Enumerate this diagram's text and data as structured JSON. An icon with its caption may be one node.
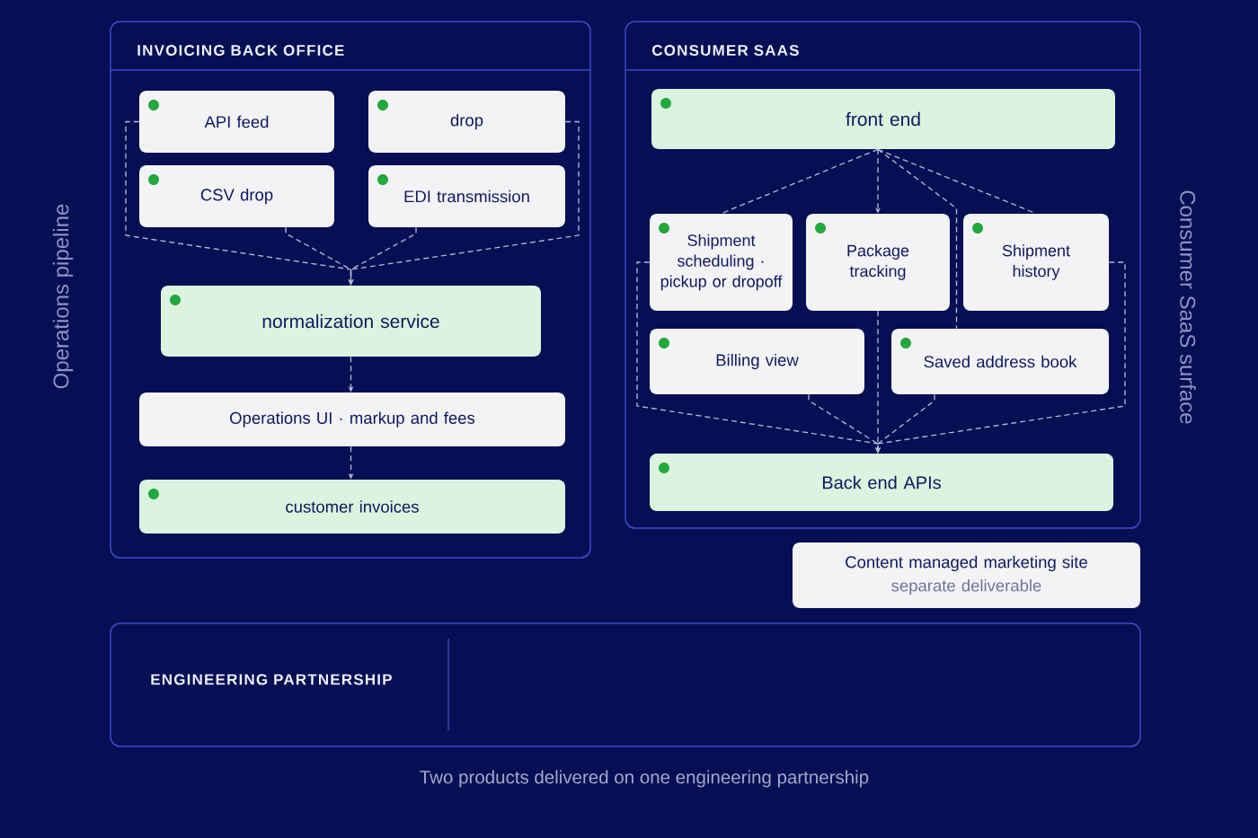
{
  "diagram": {
    "caption": "Two products delivered on one engineering partnership",
    "nodes": [
      {
        "text": [
          "INVOICING BACK OFFICE"
        ]
      },
      {
        "text": [
          "API feed"
        ],
        "in": 0
      },
      {
        "text": [
          "drop"
        ],
        "in": 0
      },
      {
        "text": [
          "CSV drop"
        ],
        "in": 0
      },
      {
        "text": [
          "EDI transmission"
        ],
        "in": 0
      },
      {
        "text": [
          "normalization service"
        ],
        "in": 0
      },
      {
        "text": [
          "Operations UI · markup and fees"
        ],
        "in": 0
      },
      {
        "text": [
          "customer invoices"
        ],
        "in": 0
      },
      {
        "text": [
          "CONSUMER SAAS"
        ]
      },
      {
        "text": [
          "front end"
        ],
        "in": 8
      },
      {
        "text": [
          "Shipment scheduling · pickup or dropoff"
        ],
        "in": 8
      },
      {
        "text": [
          "Package tracking"
        ],
        "in": 8
      },
      {
        "text": [
          "Shipment history"
        ],
        "in": 8
      },
      {
        "text": [
          "Billing view"
        ],
        "in": 8
      },
      {
        "text": [
          "Saved address book"
        ],
        "in": 8
      },
      {
        "text": [
          "Back end APIs"
        ],
        "in": 8
      },
      {
        "text": [
          "Content managed marketing site",
          "separate deliverable"
        ]
      },
      {
        "text": [
          "ENGINEERING PARTNERSHIP"
        ]
      }
    ],
    "edges": [
      {
        "from": 1,
        "to": 5,
        "arrow": "to",
        "style": "dashed"
      },
      {
        "from": 2,
        "to": 5,
        "arrow": "to",
        "style": "dashed"
      },
      {
        "from": 3,
        "to": 5,
        "arrow": "to",
        "style": "dashed"
      },
      {
        "from": 4,
        "to": 5,
        "arrow": "to",
        "style": "dashed"
      },
      {
        "from": 5,
        "to": 6,
        "arrow": "to",
        "style": "dashed"
      },
      {
        "from": 6,
        "to": 7,
        "arrow": "to",
        "style": "dashed"
      },
      {
        "from": 9,
        "to": 10,
        "arrow": "none",
        "style": "dashed"
      },
      {
        "from": 9,
        "to": 11,
        "arrow": "to",
        "style": "dashed"
      },
      {
        "from": 9,
        "to": 12,
        "arrow": "none",
        "style": "dashed"
      },
      {
        "from": 9,
        "to": 14,
        "arrow": "none",
        "style": "dashed"
      },
      {
        "from": 10,
        "to": 15,
        "arrow": "to",
        "style": "dashed"
      },
      {
        "from": 13,
        "to": 15,
        "arrow": "to",
        "style": "dashed"
      },
      {
        "from": 11,
        "to": 15,
        "arrow": "to",
        "style": "dashed"
      },
      {
        "from": 14,
        "to": 15,
        "arrow": "to",
        "style": "dashed"
      },
      {
        "from": 12,
        "to": 15,
        "arrow": "to",
        "style": "dashed"
      }
    ],
    "labels": [
      "Operations pipeline",
      "Consumer SaaS surface"
    ]
  }
}
